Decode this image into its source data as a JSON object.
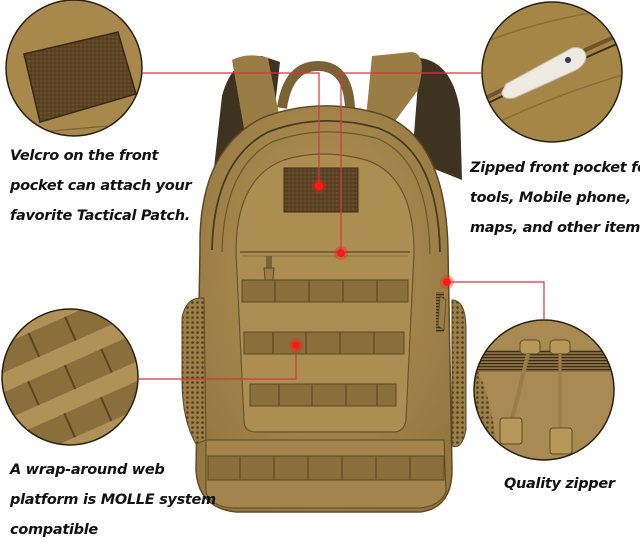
{
  "product": {
    "name": "Tactical backpack",
    "color_name": "Tan / Coyote brown",
    "colors": {
      "body": "#a8884c",
      "body_dark": "#7d6434",
      "webbing": "#8a6e3c",
      "velcro_patch": "#5c4424",
      "mesh": "#6d5a3a",
      "callout_line": "#d4373f",
      "marker_dot": "#ff1a1a",
      "text": "#111111"
    }
  },
  "callouts": [
    {
      "id": "velcro",
      "position": "top-left",
      "inset_icon": "velcro-patch-closeup",
      "lines": [
        "Velcro on the front",
        "pocket can attach your",
        "favorite Tactical Patch."
      ]
    },
    {
      "id": "front-pocket",
      "position": "top-right",
      "inset_icon": "zipped-pocket-phone-closeup",
      "lines": [
        "Zipped front pocket for",
        "tools,   Mobile phone,",
        "maps,   and other items"
      ]
    },
    {
      "id": "molle",
      "position": "bottom-left",
      "inset_icon": "molle-webbing-closeup",
      "lines": [
        "A wrap-around web",
        "platform is MOLLE system",
        "compatible"
      ]
    },
    {
      "id": "zipper",
      "position": "bottom-right",
      "inset_icon": "zipper-pulls-closeup",
      "lines": [
        "Quality zipper"
      ]
    }
  ]
}
